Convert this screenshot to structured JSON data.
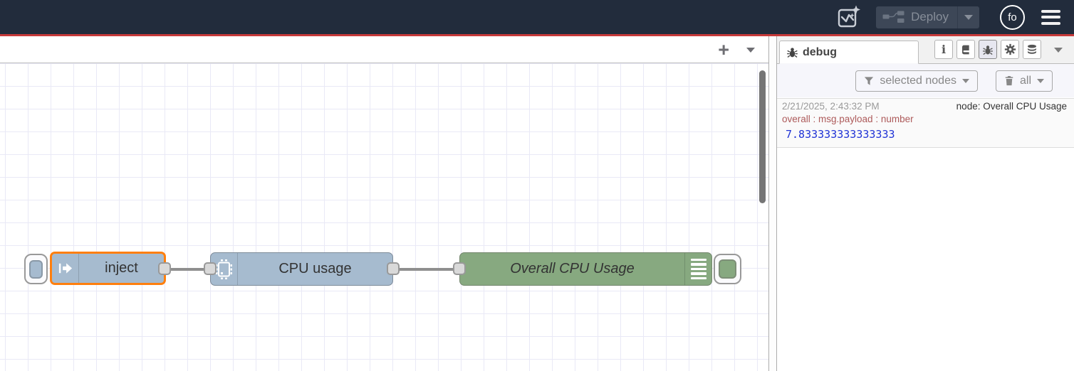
{
  "header": {
    "deploy": {
      "label": "Deploy"
    },
    "user": {
      "initials": "fo"
    }
  },
  "workspace": {
    "tabbar": {
      "add_label": "+"
    },
    "flow": {
      "inject_node": {
        "label": "inject"
      },
      "cpu_node": {
        "label": "CPU usage"
      },
      "debug_node": {
        "label": "Overall CPU Usage"
      }
    }
  },
  "sidebar": {
    "tab": {
      "label": "debug"
    },
    "filter": {
      "label": "selected nodes"
    },
    "clear": {
      "label": "all"
    },
    "messages": [
      {
        "timestamp": "2/21/2025, 2:43:32 PM",
        "source": "node: Overall CPU Usage",
        "property": "overall : msg.payload : number",
        "value": "7.833333333333333"
      }
    ]
  },
  "colors": {
    "header_bg": "#222c3c",
    "deploy_line_red": "#c73a3a",
    "inject_node_fill": "#a6bbcf",
    "debug_node_fill": "#87a980",
    "selection_orange": "#ff7f0e",
    "property_text": "#ad5a5a",
    "value_number_blue": "#2033d6"
  }
}
